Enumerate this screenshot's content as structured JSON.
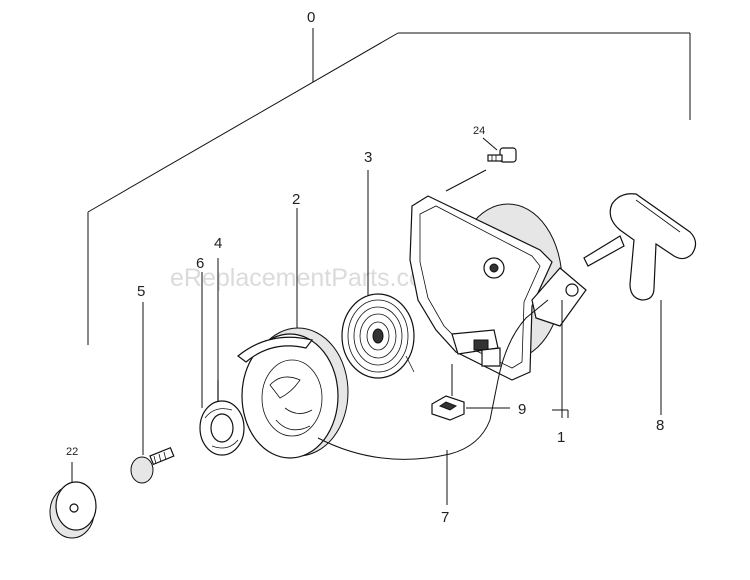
{
  "watermark": "eReplacementParts.com",
  "callouts": [
    {
      "id": "0",
      "text": "0"
    },
    {
      "id": "1",
      "text": "1"
    },
    {
      "id": "2",
      "text": "2"
    },
    {
      "id": "3",
      "text": "3"
    },
    {
      "id": "4",
      "text": "4"
    },
    {
      "id": "5",
      "text": "5"
    },
    {
      "id": "6",
      "text": "6"
    },
    {
      "id": "7",
      "text": "7"
    },
    {
      "id": "8",
      "text": "8"
    },
    {
      "id": "9",
      "text": "9"
    },
    {
      "id": "22",
      "text": "22"
    },
    {
      "id": "24",
      "text": "24"
    }
  ]
}
